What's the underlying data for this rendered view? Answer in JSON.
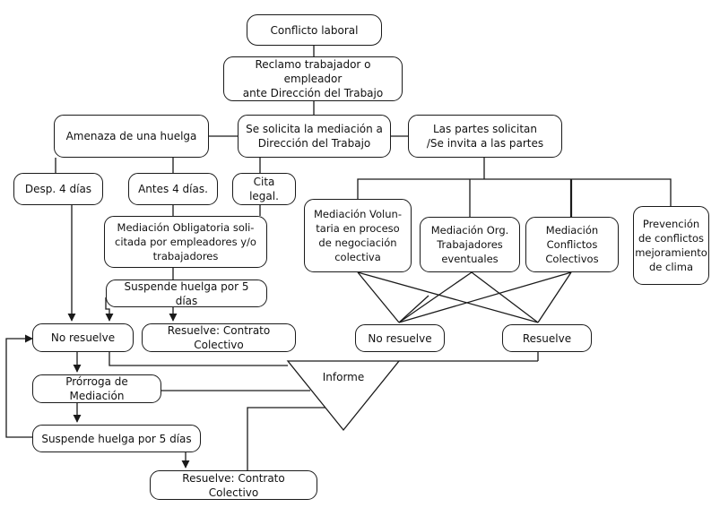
{
  "diagram": {
    "nodes": {
      "conflicto": "Conflicto laboral",
      "reclamo": "Reclamo trabajador  o empleador\nante Dirección del Trabajo",
      "amenaza": "Amenaza de una huelga",
      "solicita_mediacion": "Se solicita la mediación a\nDirección del Trabajo",
      "partes_solicitan": "Las partes solicitan\n/Se invita a las partes",
      "desp4": "Desp. 4 días",
      "antes4": "Antes 4 días.",
      "cita_legal": "Cita legal.",
      "mediacion_obligatoria": "Mediación Obligatoria soli-\ncitada por empleadores y/o\ntrabajadores",
      "suspende1": "Suspende huelga por 5 días",
      "no_resuelve_left": "No resuelve",
      "resuelve_contrato1": "Resuelve: Contrato Colectivo",
      "prorroga": "Prórroga de Mediación",
      "suspende2": "Suspende huelga por 5 días",
      "resuelve_contrato2": "Resuelve: Contrato Colectivo",
      "mediacion_voluntaria": "Mediación Volun-\ntaria en proceso\nde negociación\ncolectiva",
      "mediacion_org": "Mediación Org.\nTrabajadores\neventuales",
      "mediacion_conflictos": "Mediación\nConflictos\nColectivos",
      "prevencion": "Prevención\nde conflictos\nmejoramiento\nde clima",
      "no_resuelve_right": "No resuelve",
      "resuelve_right": "Resuelve",
      "informe": "Informe"
    }
  }
}
